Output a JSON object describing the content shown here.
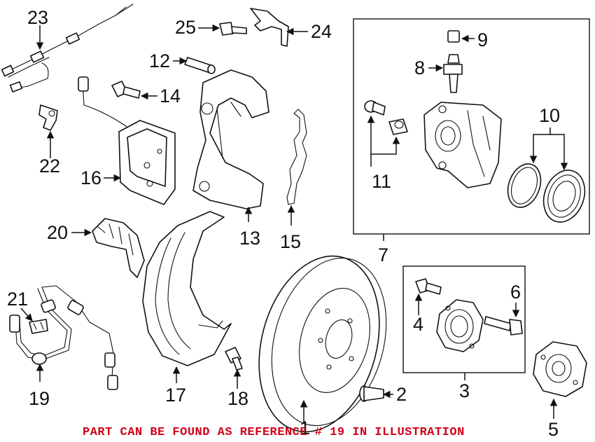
{
  "labels": {
    "n1": "1",
    "n2": "2",
    "n3": "3",
    "n4": "4",
    "n5": "5",
    "n6": "6",
    "n7": "7",
    "n8": "8",
    "n9": "9",
    "n10": "10",
    "n11": "11",
    "n12": "12",
    "n13": "13",
    "n14": "14",
    "n15": "15",
    "n16": "16",
    "n17": "17",
    "n18": "18",
    "n19": "19",
    "n20": "20",
    "n21": "21",
    "n22": "22",
    "n23": "23",
    "n24": "24",
    "n25": "25"
  },
  "banner": {
    "text": "PART CAN BE FOUND AS REFERENCE # 19 IN ILLUSTRATION",
    "color": "#d0021b"
  },
  "colors": {
    "line": "#111111",
    "background": "#ffffff"
  }
}
